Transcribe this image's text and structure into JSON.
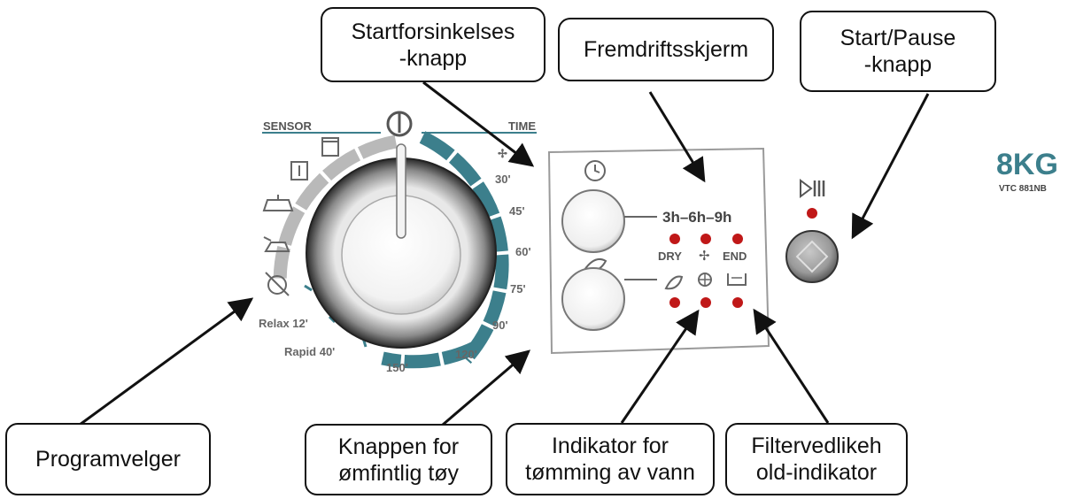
{
  "callouts": {
    "start_delay": [
      "Startforsinkelses",
      "-knapp"
    ],
    "progress_display": [
      "Fremdriftsskjerm"
    ],
    "start_pause": [
      "Start/Pause",
      "-knapp"
    ],
    "program_selector": [
      "Programvelger"
    ],
    "delicate": [
      "Knappen for",
      "ømfintlig tøy"
    ],
    "drain": [
      "Indikator for",
      "tømming av vann"
    ],
    "filter": [
      "Filtervedlikeh",
      "old-indikator"
    ]
  },
  "dial": {
    "sensor_label": "SENSOR",
    "time_label": "TIME",
    "time_marks": [
      "30'",
      "45'",
      "60'",
      "75'",
      "90'",
      "120'",
      "150'"
    ],
    "relax_label": "Relax 12'",
    "rapid_label": "Rapid 40'"
  },
  "panel": {
    "times": "3h–6h–9h",
    "dry_label": "DRY",
    "end_label": "END"
  },
  "brand": {
    "capacity": "8KG",
    "model": "VTC 881NB"
  },
  "colors": {
    "accent_teal": "#3c7f8c",
    "indicator_red": "#c01818",
    "sensor_gray": "#b9b9b9"
  },
  "icons": {
    "power": "power-icon",
    "timer": "timer-icon",
    "leaf": "leaf-icon",
    "globe": "globe-icon",
    "filter": "filter-icon",
    "play_pause": "play-pause-icon",
    "fan": "fan-icon"
  }
}
